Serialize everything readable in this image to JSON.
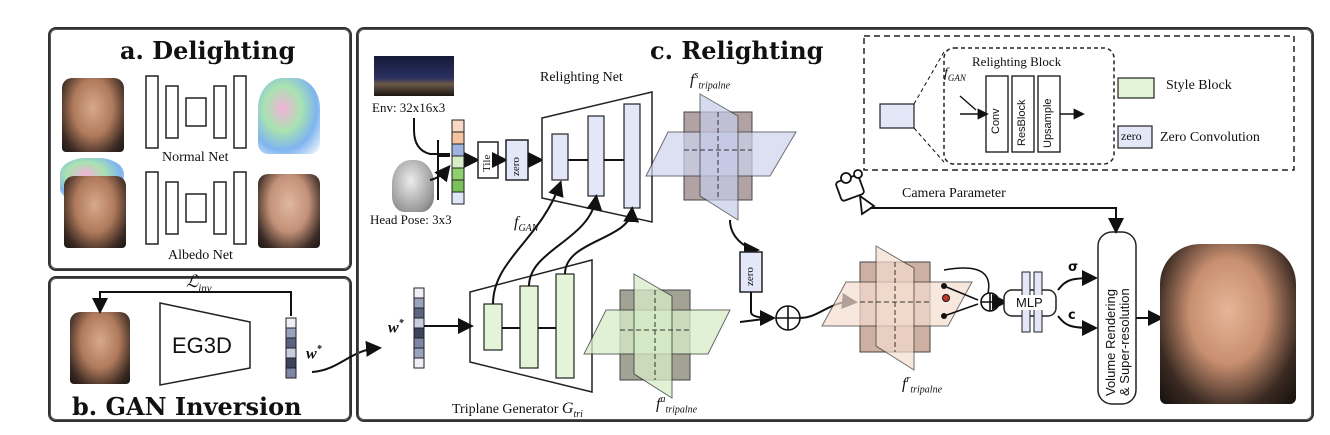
{
  "panels": {
    "delighting": {
      "title": "a. Delighting",
      "normal_net": "Normal Net",
      "albedo_net": "Albedo Net"
    },
    "gan_inversion": {
      "title": "b. GAN Inversion",
      "loss": "ℒ",
      "loss_sub": "inv",
      "model": "EG3D",
      "latent": "w",
      "latent_sup": "*"
    },
    "relighting": {
      "title": "c. Relighting",
      "env_label": "Env: 32x16x3",
      "head_pose_label": "Head Pose: 3x3",
      "tile": "Tile",
      "zero": "zero",
      "relighting_net": "Relighting Net",
      "f_gan": "f",
      "f_gan_sub": "GAN",
      "f_s": "f",
      "f_s_sup": "s",
      "f_s_sub": "tripalne",
      "f_a_sup": "a",
      "f_a_sub": "tripalne",
      "f_r_sup": "r",
      "f_r_sub": "tripalne",
      "w_star": "w",
      "w_star_sup": "*",
      "triplane_generator": "Triplane Generator ",
      "g_tri": "G",
      "g_tri_sub": "tri",
      "camera_parameter": "Camera Parameter",
      "mlp": "MLP",
      "sigma": "σ",
      "c": "c",
      "volume_rendering": "Volume Rendering",
      "super_resolution": "& Super-resolution"
    },
    "legend": {
      "relighting_block": "Relighting Block",
      "f_gan": "f",
      "f_gan_sub": "GAN",
      "conv": "Conv",
      "resblock": "ResBlock",
      "upsample": "Upsample",
      "style_block": "Style Block",
      "zero_label": "zero",
      "zero_convolution": "Zero Convolution"
    }
  },
  "colors": {
    "style_block": "#e3f4d8",
    "relight_block": "#e3e7f8",
    "panel_border": "#333333"
  }
}
